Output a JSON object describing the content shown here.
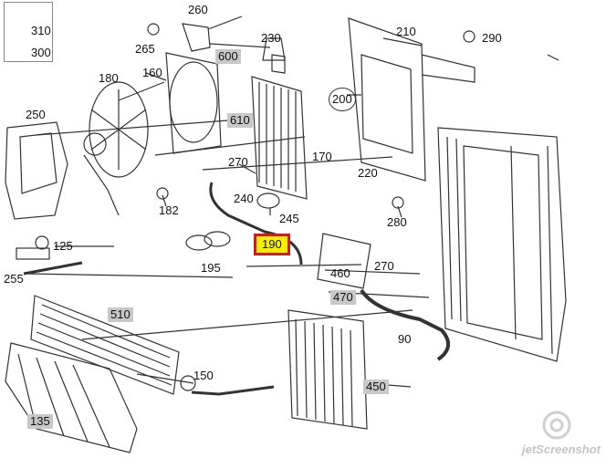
{
  "labels": {
    "p310": "310",
    "p300": "300",
    "p260": "260",
    "p265": "265",
    "p160": "160",
    "p600": "600",
    "p230": "230",
    "p210": "210",
    "p290": "290",
    "p180": "180",
    "p200": "200",
    "p610": "610",
    "p250": "250",
    "p170": "170",
    "p270a": "270",
    "p220": "220",
    "p240": "240",
    "p245": "245",
    "p182": "182",
    "p280": "280",
    "p190": "190",
    "p125": "125",
    "p195": "195",
    "p460": "460",
    "p270b": "270",
    "p255": "255",
    "p470": "470",
    "p510": "510",
    "p90": "90",
    "p150": "150",
    "p450": "450",
    "p135": "135"
  },
  "highlight": {
    "part": "190",
    "fill": "#f5f000",
    "border": "#d11a1a"
  },
  "label_bg": "#c8c8c8",
  "watermark": "jetScreenshot",
  "watermark_icon": "camera-swirl-icon"
}
